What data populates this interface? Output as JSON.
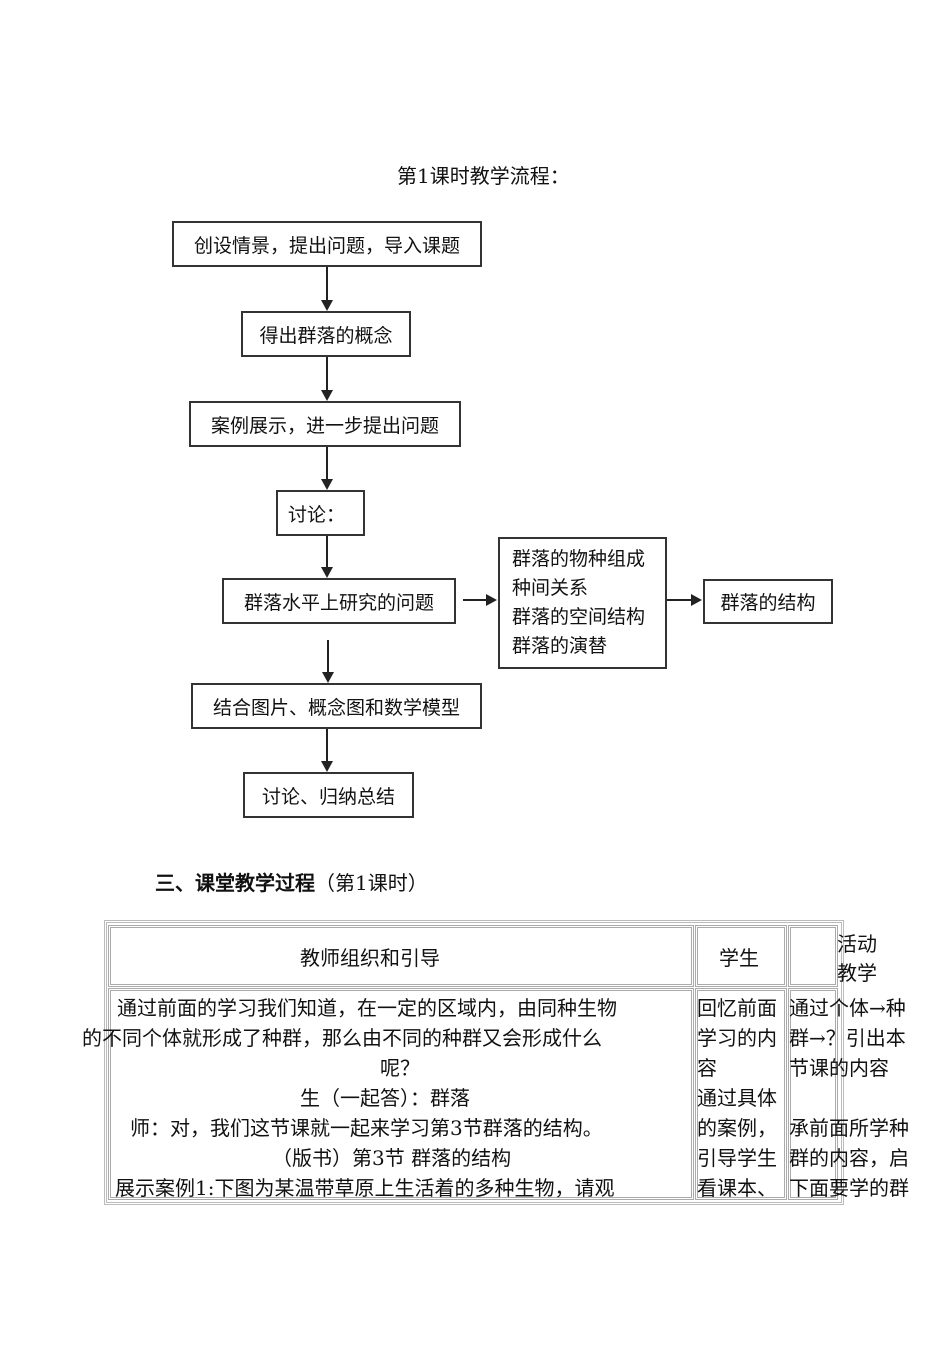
{
  "flow_title": "第1课时教学流程：",
  "flowchart": {
    "steps": [
      "创设情景，提出问题，导入课题",
      "得出群落的概念",
      "案例展示，进一步提出问题",
      "讨论：",
      "群落水平上研究的问题",
      "结合图片、概念图和数学模型",
      "讨论、归纳总结"
    ],
    "topics": [
      "群落的物种组成",
      "种间关系",
      "群落的空间结构",
      "群落的演替"
    ],
    "result": "群落的结构"
  },
  "section": {
    "heading_bold": "三、课堂教学过程",
    "heading_rest": "（第1课时）"
  },
  "table": {
    "headers": [
      "教师组织和引导",
      "学生",
      "活动",
      "教学"
    ],
    "teacher_lines": [
      "通过前面的学习我们知道，在一定的区域内，由同种生物",
      "的不同个体就形成了种群，那么由不同的种群又会形成什么",
      "呢？",
      "生（一起答）：群落",
      "师：对，我们这节课就一起来学习第3节群落的结构。",
      "（版书）第3节  群落的结构",
      "展示案例1:下图为某温带草原上生活着的多种生物，请观"
    ],
    "student_lines": [
      "回忆前面",
      "学习的内",
      "容",
      "通过具体",
      "的案例，",
      "引导学生",
      "看课本、"
    ],
    "activity_lines": [
      "通过个体→种",
      "群→？引出本",
      "节课的内容",
      "",
      "承前面所学种",
      "群的内容，启",
      "下面要学的群"
    ]
  }
}
